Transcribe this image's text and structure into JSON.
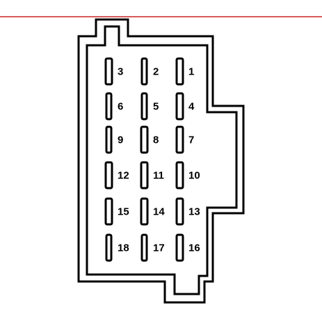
{
  "colors": {
    "top_rule": "#cc2222",
    "outline": "#000000",
    "background": "#ffffff"
  },
  "connector": {
    "pins": [
      {
        "label": "3",
        "narrow": false
      },
      {
        "label": "2",
        "narrow": true
      },
      {
        "label": "1",
        "narrow": false
      },
      {
        "label": "6",
        "narrow": true
      },
      {
        "label": "5",
        "narrow": true
      },
      {
        "label": "4",
        "narrow": false
      },
      {
        "label": "9",
        "narrow": true
      },
      {
        "label": "8",
        "narrow": false
      },
      {
        "label": "7",
        "narrow": false
      },
      {
        "label": "12",
        "narrow": false
      },
      {
        "label": "11",
        "narrow": false
      },
      {
        "label": "10",
        "narrow": false
      },
      {
        "label": "15",
        "narrow": false
      },
      {
        "label": "14",
        "narrow": false
      },
      {
        "label": "13",
        "narrow": false
      },
      {
        "label": "18",
        "narrow": true
      },
      {
        "label": "17",
        "narrow": true
      },
      {
        "label": "16",
        "narrow": false
      }
    ]
  }
}
